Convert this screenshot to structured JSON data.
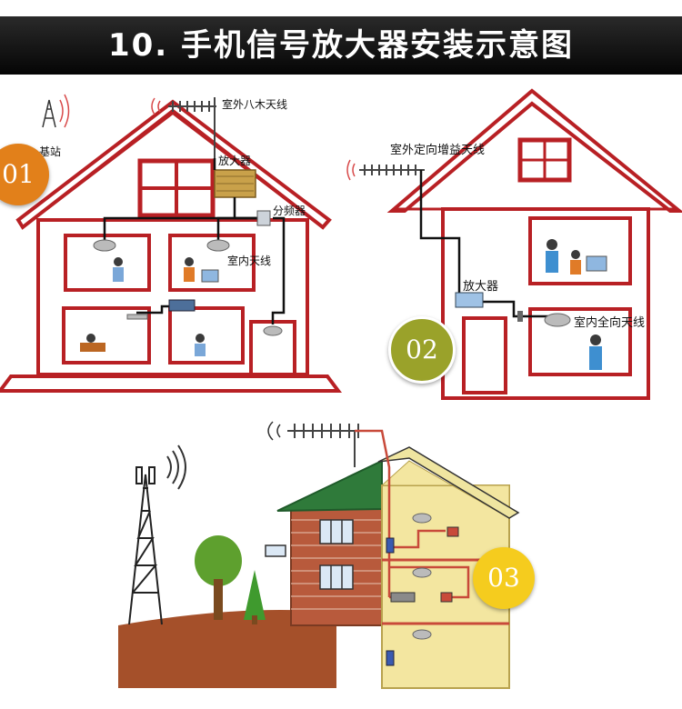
{
  "title": "10. 手机信号放大器安装示意图",
  "colors": {
    "header_bg": "#0b0b0b",
    "house_red": "#b82024",
    "badge_orange": "#e2801a",
    "badge_olive": "#9aa22a",
    "badge_yellow": "#f5cc1e"
  },
  "panel1": {
    "badge": "01",
    "labels": {
      "station": "基站",
      "outdoor_antenna": "室外八木天线",
      "amplifier": "放大器",
      "splitter": "分频器",
      "indoor_antenna": "室内天线"
    }
  },
  "panel2": {
    "badge": "02",
    "labels": {
      "outdoor_antenna": "室外定向增益天线",
      "amplifier": "放大器",
      "indoor_antenna": "室内全向天线"
    }
  },
  "panel3": {
    "badge": "03"
  }
}
